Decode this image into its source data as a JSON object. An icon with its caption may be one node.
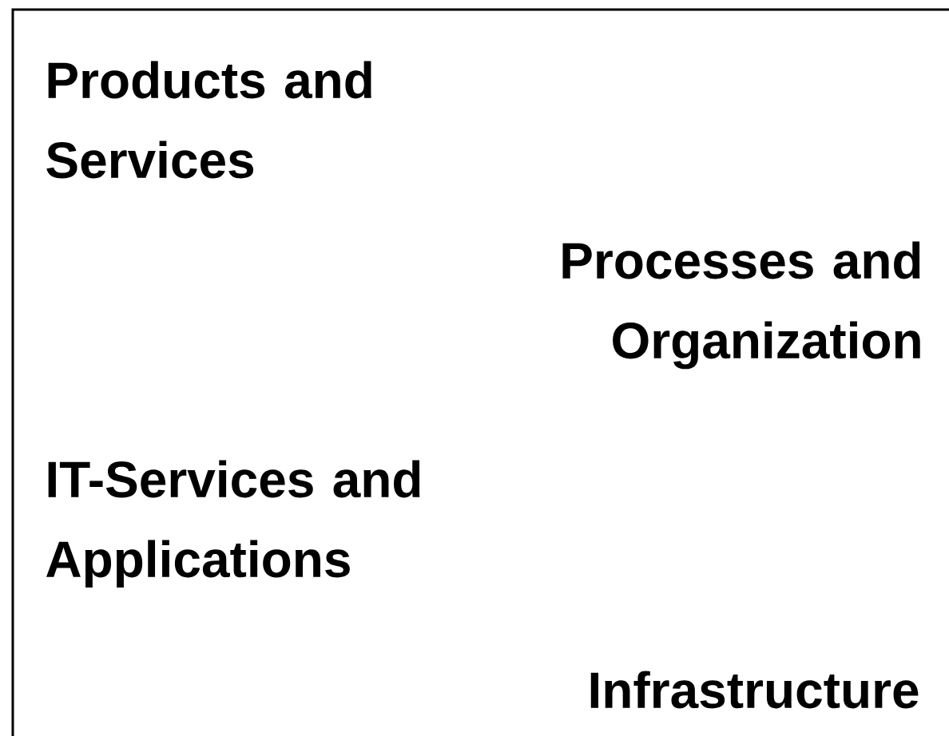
{
  "diagram": {
    "labels": [
      "Products and Services",
      "Processes and Organization",
      "IT-Services and Applications",
      "Infrastructure"
    ]
  }
}
